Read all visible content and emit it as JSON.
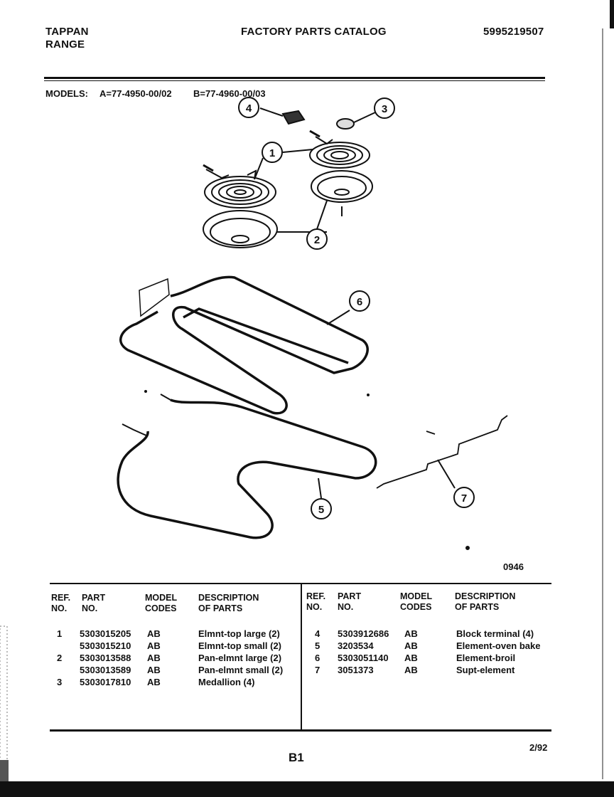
{
  "header": {
    "brand": "TAPPAN",
    "product": "RANGE",
    "title": "FACTORY PARTS CATALOG",
    "catalog_no": "5995219507"
  },
  "models": {
    "label": "MODELS:",
    "a": "A=77-4950-00/02",
    "b": "B=77-4960-00/03"
  },
  "diagram": {
    "callouts": [
      "1",
      "2",
      "3",
      "4",
      "5",
      "6",
      "7"
    ],
    "figure_code": "0946"
  },
  "table": {
    "headers": {
      "ref": [
        "REF.",
        "NO."
      ],
      "part": [
        "PART",
        "NO."
      ],
      "model": [
        "MODEL",
        "CODES"
      ],
      "desc": [
        "DESCRIPTION",
        "OF PARTS"
      ]
    },
    "left_rows": [
      {
        "ref": "1",
        "part": "5303015205",
        "codes": "AB",
        "desc": "Elmnt-top large (2)"
      },
      {
        "ref": "",
        "part": "5303015210",
        "codes": "AB",
        "desc": "Elmnt-top small (2)"
      },
      {
        "ref": "2",
        "part": "5303013588",
        "codes": "AB",
        "desc": "Pan-elmnt large (2)"
      },
      {
        "ref": "",
        "part": "5303013589",
        "codes": "AB",
        "desc": "Pan-elmnt small (2)"
      },
      {
        "ref": "3",
        "part": "5303017810",
        "codes": "AB",
        "desc": "Medallion (4)"
      }
    ],
    "right_rows": [
      {
        "ref": "4",
        "part": "5303912686",
        "codes": "AB",
        "desc": "Block terminal (4)"
      },
      {
        "ref": "5",
        "part": "3203534",
        "codes": "AB",
        "desc": "Element-oven bake"
      },
      {
        "ref": "6",
        "part": "5303051140",
        "codes": "AB",
        "desc": "Element-broil"
      },
      {
        "ref": "7",
        "part": "3051373",
        "codes": "AB",
        "desc": "Supt-element"
      }
    ]
  },
  "footer": {
    "page": "B1",
    "date": "2/92"
  }
}
